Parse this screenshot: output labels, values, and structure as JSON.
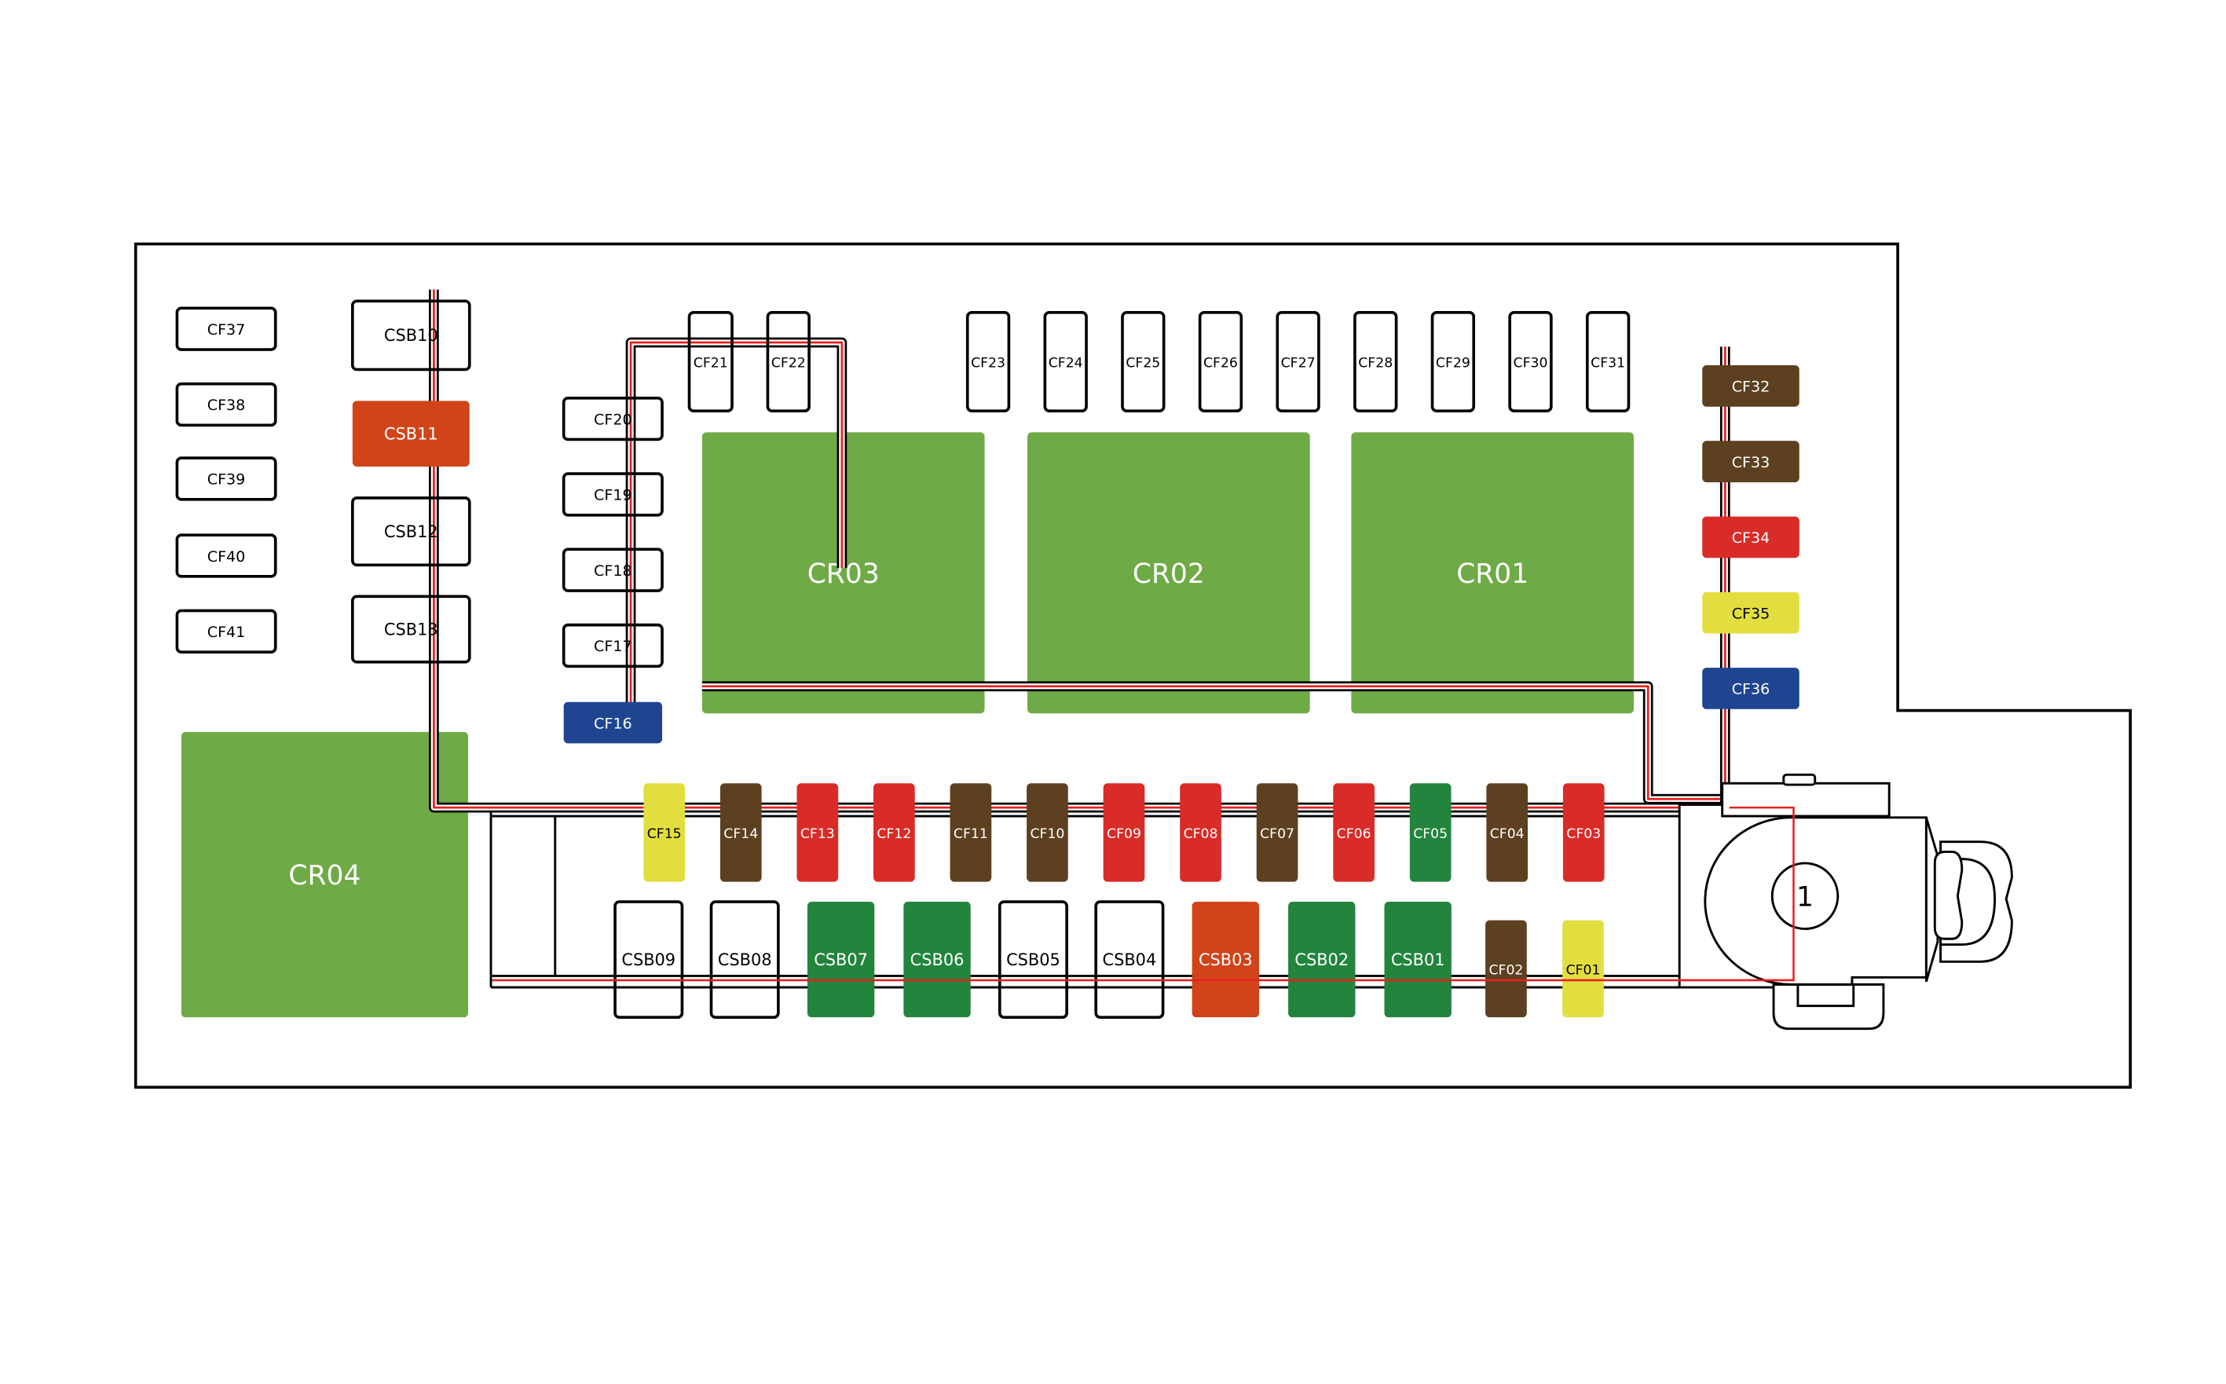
{
  "colors": {
    "white": "#ffffff",
    "green": "#6EAA45",
    "dark_green": "#23843E",
    "brown": "#5C4020",
    "red": "#D92B27",
    "orange": "#D14419",
    "yellow": "#E2DE3F",
    "blue": "#1F4591",
    "wire_outer": "#000000",
    "wire_core": "#E8201E"
  },
  "relays": [
    {
      "label": "CR01",
      "color": "green"
    },
    {
      "label": "CR02",
      "color": "green"
    },
    {
      "label": "CR03",
      "color": "green"
    },
    {
      "label": "CR04",
      "color": "green"
    }
  ],
  "fuses": [
    {
      "label": "CF01",
      "color": "yellow"
    },
    {
      "label": "CF02",
      "color": "brown"
    },
    {
      "label": "CF03",
      "color": "red"
    },
    {
      "label": "CF04",
      "color": "brown"
    },
    {
      "label": "CF05",
      "color": "dark_green"
    },
    {
      "label": "CF06",
      "color": "red"
    },
    {
      "label": "CF07",
      "color": "brown"
    },
    {
      "label": "CF08",
      "color": "red"
    },
    {
      "label": "CF09",
      "color": "red"
    },
    {
      "label": "CF10",
      "color": "brown"
    },
    {
      "label": "CF11",
      "color": "brown"
    },
    {
      "label": "CF12",
      "color": "red"
    },
    {
      "label": "CF13",
      "color": "red"
    },
    {
      "label": "CF14",
      "color": "brown"
    },
    {
      "label": "CF15",
      "color": "yellow"
    },
    {
      "label": "CF16",
      "color": "blue"
    },
    {
      "label": "CF17",
      "color": "white"
    },
    {
      "label": "CF18",
      "color": "white"
    },
    {
      "label": "CF19",
      "color": "white"
    },
    {
      "label": "CF20",
      "color": "white"
    },
    {
      "label": "CF21",
      "color": "white"
    },
    {
      "label": "CF22",
      "color": "white"
    },
    {
      "label": "CF23",
      "color": "white"
    },
    {
      "label": "CF24",
      "color": "white"
    },
    {
      "label": "CF25",
      "color": "white"
    },
    {
      "label": "CF26",
      "color": "white"
    },
    {
      "label": "CF27",
      "color": "white"
    },
    {
      "label": "CF28",
      "color": "white"
    },
    {
      "label": "CF29",
      "color": "white"
    },
    {
      "label": "CF30",
      "color": "white"
    },
    {
      "label": "CF31",
      "color": "white"
    },
    {
      "label": "CF32",
      "color": "brown"
    },
    {
      "label": "CF33",
      "color": "brown"
    },
    {
      "label": "CF34",
      "color": "red"
    },
    {
      "label": "CF35",
      "color": "yellow"
    },
    {
      "label": "CF36",
      "color": "blue"
    },
    {
      "label": "CF37",
      "color": "white"
    },
    {
      "label": "CF38",
      "color": "white"
    },
    {
      "label": "CF39",
      "color": "white"
    },
    {
      "label": "CF40",
      "color": "white"
    },
    {
      "label": "CF41",
      "color": "white"
    }
  ],
  "breakers": [
    {
      "label": "CSB01",
      "color": "dark_green"
    },
    {
      "label": "CSB02",
      "color": "dark_green"
    },
    {
      "label": "CSB03",
      "color": "orange"
    },
    {
      "label": "CSB04",
      "color": "white"
    },
    {
      "label": "CSB05",
      "color": "white"
    },
    {
      "label": "CSB06",
      "color": "dark_green"
    },
    {
      "label": "CSB07",
      "color": "dark_green"
    },
    {
      "label": "CSB08",
      "color": "white"
    },
    {
      "label": "CSB09",
      "color": "white"
    },
    {
      "label": "CSB10",
      "color": "white"
    },
    {
      "label": "CSB11",
      "color": "orange"
    },
    {
      "label": "CSB12",
      "color": "white"
    },
    {
      "label": "CSB13",
      "color": "white"
    }
  ],
  "connector": {
    "label": "1"
  }
}
